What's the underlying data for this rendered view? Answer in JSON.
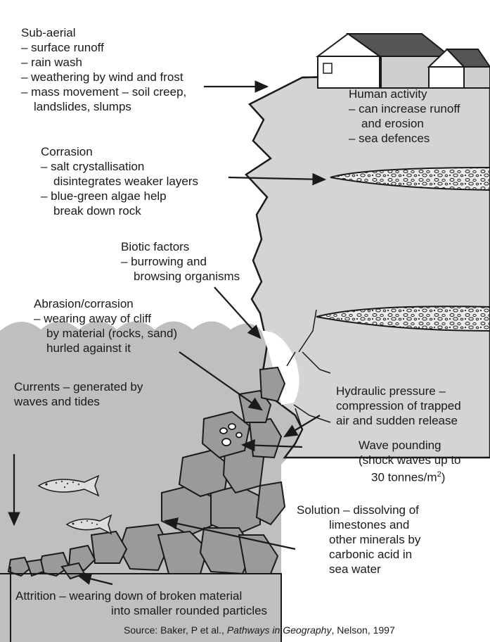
{
  "labels": {
    "subaerial": {
      "title": "Sub-aerial",
      "items": [
        "– surface runoff",
        "– rain wash",
        "– weathering by wind and frost",
        "– mass movement – soil creep,",
        "landslides, slumps"
      ]
    },
    "human": {
      "title": "Human activity",
      "items": [
        "– can increase runoff",
        "and erosion",
        "– sea defences"
      ]
    },
    "corrasion": {
      "title": "Corrasion",
      "items": [
        "– salt crystallisation",
        "disintegrates weaker layers",
        "– blue-green algae help",
        "break down rock"
      ]
    },
    "biotic": {
      "title": "Biotic factors",
      "items": [
        "– burrowing and",
        "browsing organisms"
      ]
    },
    "abrasion": {
      "title": "Abrasion/corrasion",
      "items": [
        "– wearing away of cliff",
        "by material (rocks, sand)",
        "hurled against it"
      ]
    },
    "currents": {
      "lines": [
        "Currents – generated by",
        "waves and tides"
      ]
    },
    "hydraulic": {
      "lines": [
        "Hydraulic pressure –",
        "compression of trapped",
        "air and sudden release"
      ]
    },
    "wave_pounding": {
      "lines": [
        "Wave pounding",
        "(shock waves up to",
        "30 tonnes/m"
      ],
      "superscript": "2",
      "suffix": ")"
    },
    "solution": {
      "lines": [
        "Solution – dissolving of",
        "limestones and",
        "other minerals by",
        "carbonic acid in",
        "sea water"
      ]
    },
    "attrition": {
      "lines": [
        "Attrition – wearing down of broken material",
        "into smaller rounded particles"
      ]
    }
  },
  "source": {
    "prefix": "Source: Baker, P et al., ",
    "title": "Pathways in Geography",
    "suffix": ", Nelson, 1997"
  },
  "colors": {
    "sea": "#bfbfbf",
    "cliff": "#d4d4d4",
    "rock": "#9a9a9a",
    "text": "#1a1a1a"
  }
}
